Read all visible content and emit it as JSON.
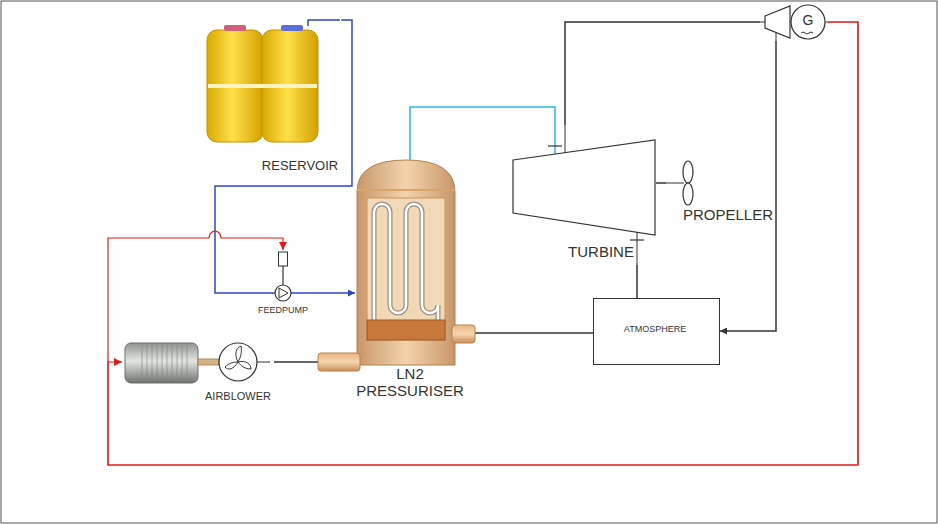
{
  "diagram": {
    "nodes": [
      {
        "text": [
          "RESERVOIR"
        ]
      },
      {
        "text": [
          "FEEDPUMP"
        ]
      },
      {
        "text": [
          "LN2 PRESSURISER"
        ]
      },
      {
        "text": [
          "TURBINE"
        ]
      },
      {
        "text": [
          "PROPELLER"
        ]
      },
      {
        "text": [
          "G"
        ]
      },
      {
        "text": [
          "ATMOSPHERE"
        ]
      },
      {
        "text": [
          "AIRBLOWER"
        ]
      }
    ],
    "edges": [
      {
        "from": 0,
        "to": 1,
        "arrow": "none"
      },
      {
        "from": 1,
        "to": 2,
        "arrow": "to"
      },
      {
        "from": 7,
        "to": 2,
        "arrow": "none"
      },
      {
        "from": 2,
        "to": 3,
        "arrow": "none"
      },
      {
        "from": 3,
        "to": 4,
        "arrow": "none"
      },
      {
        "from": 3,
        "to": 5,
        "arrow": "none"
      },
      {
        "from": 3,
        "to": 6,
        "arrow": "none"
      },
      {
        "from": 2,
        "to": 6,
        "arrow": "none"
      },
      {
        "from": 5,
        "to": 6,
        "arrow": "to"
      },
      {
        "from": 5,
        "to": 7,
        "arrow": "to"
      },
      {
        "from": 5,
        "to": 1,
        "arrow": "to"
      }
    ]
  }
}
